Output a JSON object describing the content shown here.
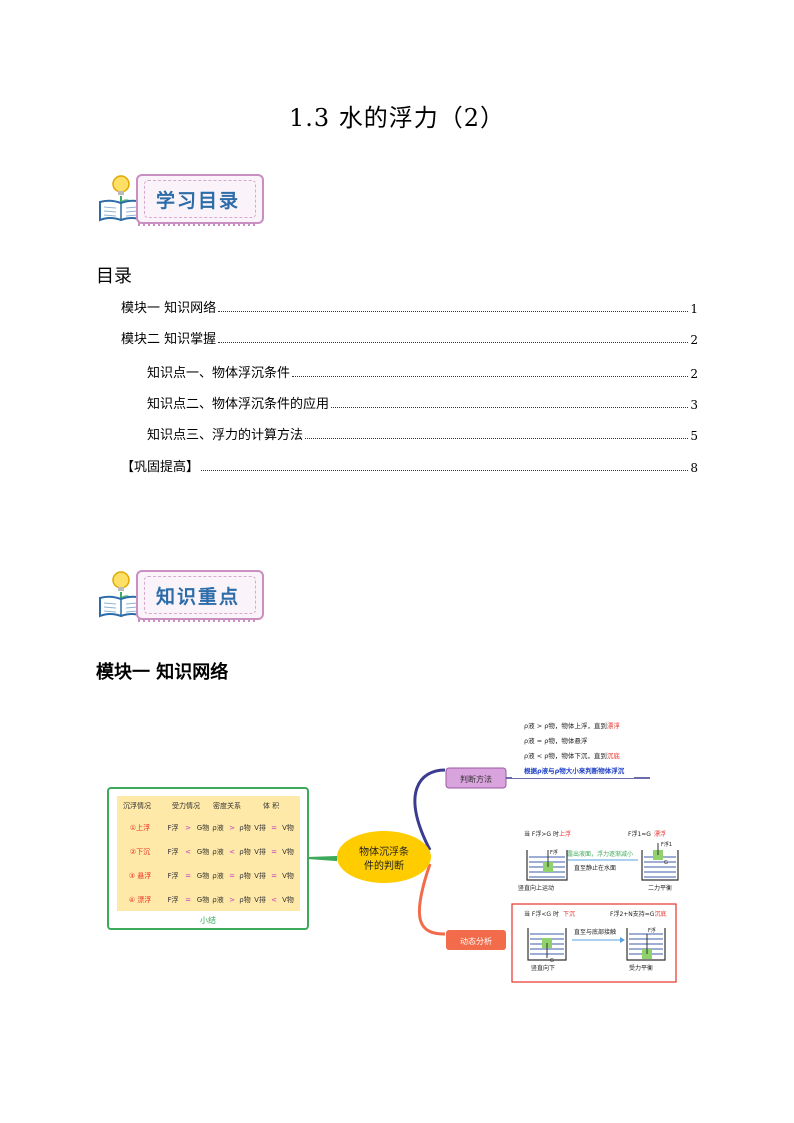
{
  "doc_title": "1.3  水的浮力（2）",
  "banners": {
    "catalog": "学习目录",
    "key_points": "知识重点"
  },
  "toc": {
    "heading": "目录",
    "entries": [
      {
        "text": "模块一  知识网络",
        "page": "1",
        "level": 1
      },
      {
        "text": "模块二  知识掌握",
        "page": "2",
        "level": 1
      },
      {
        "text": "知识点一、物体浮沉条件",
        "page": "2",
        "level": 2
      },
      {
        "text": "知识点二、物体浮沉条件的应用",
        "page": "3",
        "level": 2
      },
      {
        "text": "知识点三、浮力的计算方法",
        "page": "5",
        "level": 2
      },
      {
        "text": "【巩固提高】",
        "page": "8",
        "level": 1
      }
    ]
  },
  "module1_heading": "模块一  知识网络",
  "mindmap": {
    "center": [
      "物体沉浮条",
      "件的判断"
    ],
    "summary": {
      "caption": "小结",
      "headers": [
        "沉浮情况",
        "受力情况",
        "密度关系",
        "体 积"
      ],
      "rows": [
        {
          "state": "①上浮",
          "force": [
            "F浮",
            ">",
            "G物"
          ],
          "density": [
            "ρ液",
            ">",
            "ρ物"
          ],
          "volume": [
            "V排",
            "=",
            "V物"
          ]
        },
        {
          "state": "②下沉",
          "force": [
            "F浮",
            "<",
            "G物"
          ],
          "density": [
            "ρ液",
            "<",
            "ρ物"
          ],
          "volume": [
            "V排",
            "=",
            "V物"
          ]
        },
        {
          "state": "③ 悬浮",
          "force": [
            "F浮",
            "=",
            "G物"
          ],
          "density": [
            "ρ液",
            "=",
            "ρ物"
          ],
          "volume": [
            "V排",
            "=",
            "V物"
          ]
        },
        {
          "state": "④ 漂浮",
          "force": [
            "F浮",
            "=",
            "G物"
          ],
          "density": [
            "ρ液",
            ">",
            "ρ物"
          ],
          "volume": [
            "V排",
            "<",
            "V物"
          ]
        }
      ]
    },
    "judge": {
      "label": "判断方法",
      "lines": [
        {
          "prefix": "ρ液 > ρ物，物体上浮，直到",
          "highlight": "漂浮"
        },
        {
          "prefix": "ρ液 = ρ物，物体悬浮",
          "highlight": ""
        },
        {
          "prefix": "ρ液 < ρ物，物体下沉，直到",
          "highlight": "沉底"
        }
      ],
      "rule": "根据ρ液与ρ物大小来判断物体浮沉"
    },
    "dynamic": {
      "label": "动态分析",
      "up": {
        "cond_prefix": "当 F浮>G 时",
        "cond_state": "上浮",
        "final_prefix": "F浮1=G",
        "final_state": "漂浮",
        "process": [
          "露出液面，浮力逐渐减小",
          "直至静止在水面"
        ],
        "left_caption": "竖直向上运动",
        "right_caption": "二力平衡"
      },
      "down": {
        "cond_prefix": "当 F浮<G 时",
        "cond_state": "下沉",
        "final_prefix": "F浮2+N支持=G",
        "final_state": "沉底",
        "process": "直至与底部接触",
        "left_caption": "竖直向下",
        "right_caption": "受力平衡"
      },
      "force_labels": {
        "buoyancy": "F浮",
        "buoyancy1": "F浮1",
        "gravity": "G"
      }
    }
  },
  "colors": {
    "banner_text": "#2c6ca8",
    "banner_frame": "#c98fc0",
    "center_node": "#ffcc00",
    "judge_node": "#d9a3dd",
    "dynamic_node": "#f26b4a",
    "summary_border": "#3caa5a",
    "table_fill": "#ffe9a8",
    "red": "#e8322a",
    "blue": "#1c3fc4"
  }
}
